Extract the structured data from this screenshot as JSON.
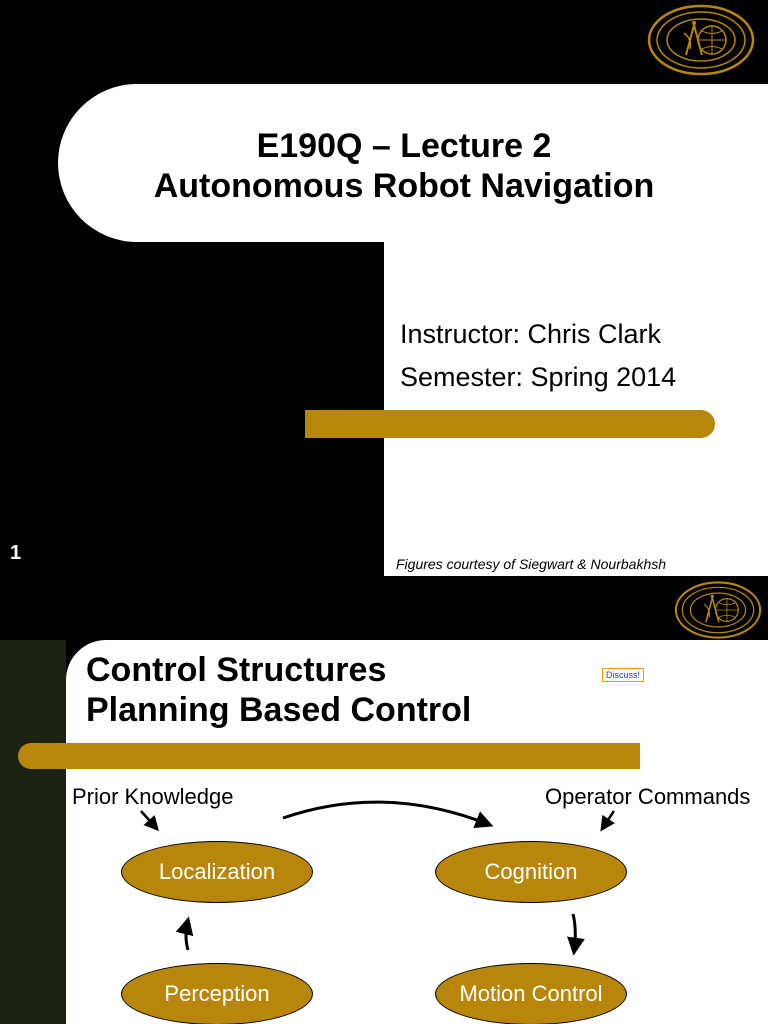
{
  "slide1": {
    "title_line1": "E190Q – Lecture 2",
    "title_line2": "Autonomous Robot Navigation",
    "instructor": "Instructor: Chris Clark",
    "semester": "Semester: Spring 2014",
    "slide_number": "1",
    "credit": "Figures courtesy of Siegwart & Nourbakhsh"
  },
  "slide2": {
    "title_line1": "Control Structures",
    "title_line2": "Planning Based Control",
    "discuss_label": "Discuss!",
    "diagram": {
      "prior_knowledge": "Prior Knowledge",
      "operator_commands": "Operator Commands",
      "localization": "Localization",
      "cognition": "Cognition",
      "perception": "Perception",
      "motion_control": "Motion Control"
    }
  },
  "colors": {
    "accent_gold": "#b8860b",
    "background": "#000000",
    "slide2_side": "#1a2212"
  },
  "icons": {
    "logo": "college-seal-icon"
  }
}
